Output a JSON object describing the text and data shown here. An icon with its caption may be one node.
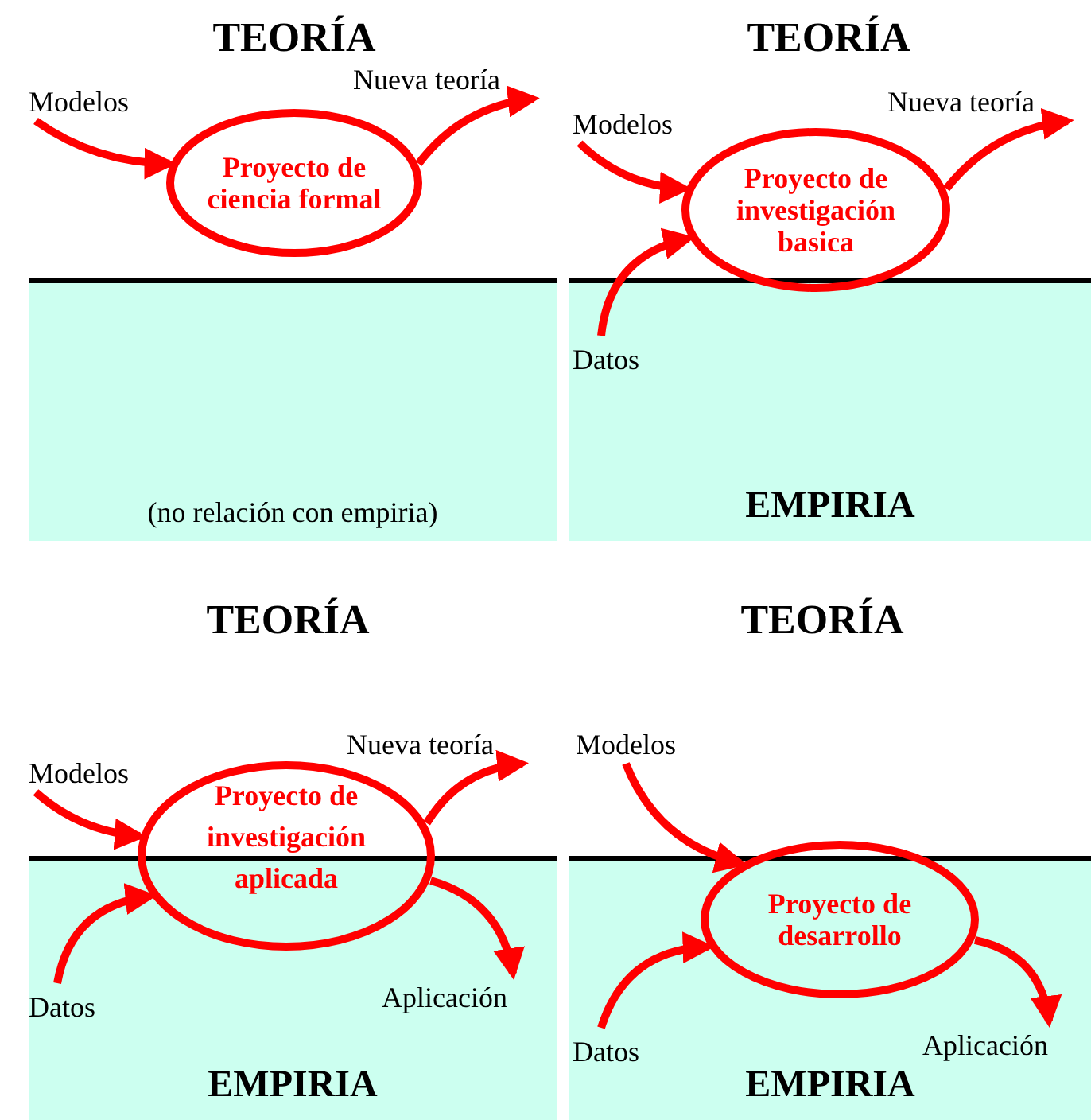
{
  "diagram": {
    "nodes": [
      {
        "text": [
          "Modelos"
        ]
      },
      {
        "text": [
          "Nueva teoría"
        ]
      },
      {
        "text": [
          "Proyecto de ciencia formal"
        ]
      },
      {
        "text": [
          "(no relación con empiria)"
        ]
      },
      {
        "text": [
          "Modelos"
        ]
      },
      {
        "text": [
          "Nueva teoría"
        ]
      },
      {
        "text": [
          "Proyecto de investigación basica"
        ]
      },
      {
        "text": [
          "EMPIRIA"
        ]
      },
      {
        "text": [
          "Datos"
        ],
        "in": 7
      },
      {
        "text": [
          "Modelos"
        ]
      },
      {
        "text": [
          "Nueva teoría"
        ]
      },
      {
        "text": [
          "Proyecto de investigación aplicada"
        ]
      },
      {
        "text": [
          "EMPIRIA"
        ]
      },
      {
        "text": [
          "Datos"
        ],
        "in": 12
      },
      {
        "text": [
          "Aplicación"
        ],
        "in": 12
      },
      {
        "text": [
          "Modelos"
        ]
      },
      {
        "text": [
          "Proyecto de desarrollo"
        ]
      },
      {
        "text": [
          "EMPIRIA"
        ]
      },
      {
        "text": [
          "Datos"
        ],
        "in": 17
      },
      {
        "text": [
          "Aplicación"
        ],
        "in": 17
      }
    ],
    "edges": [
      {
        "from": 0,
        "to": 2,
        "arrow": "to"
      },
      {
        "from": 2,
        "to": 1,
        "arrow": "to"
      },
      {
        "from": 4,
        "to": 6,
        "arrow": "to"
      },
      {
        "from": 6,
        "to": 5,
        "arrow": "to"
      },
      {
        "from": 8,
        "to": 6,
        "arrow": "to"
      },
      {
        "from": 9,
        "to": 11,
        "arrow": "to"
      },
      {
        "from": 11,
        "to": 10,
        "arrow": "to"
      },
      {
        "from": 13,
        "to": 11,
        "arrow": "to"
      },
      {
        "from": 11,
        "to": 14,
        "arrow": "to"
      },
      {
        "from": 15,
        "to": 16,
        "arrow": "to"
      },
      {
        "from": 18,
        "to": 16,
        "arrow": "to"
      },
      {
        "from": 16,
        "to": 19,
        "arrow": "to"
      }
    ],
    "labels": [
      "TEORÍA",
      "TEORÍA",
      "TEORÍA",
      "TEORÍA"
    ]
  }
}
